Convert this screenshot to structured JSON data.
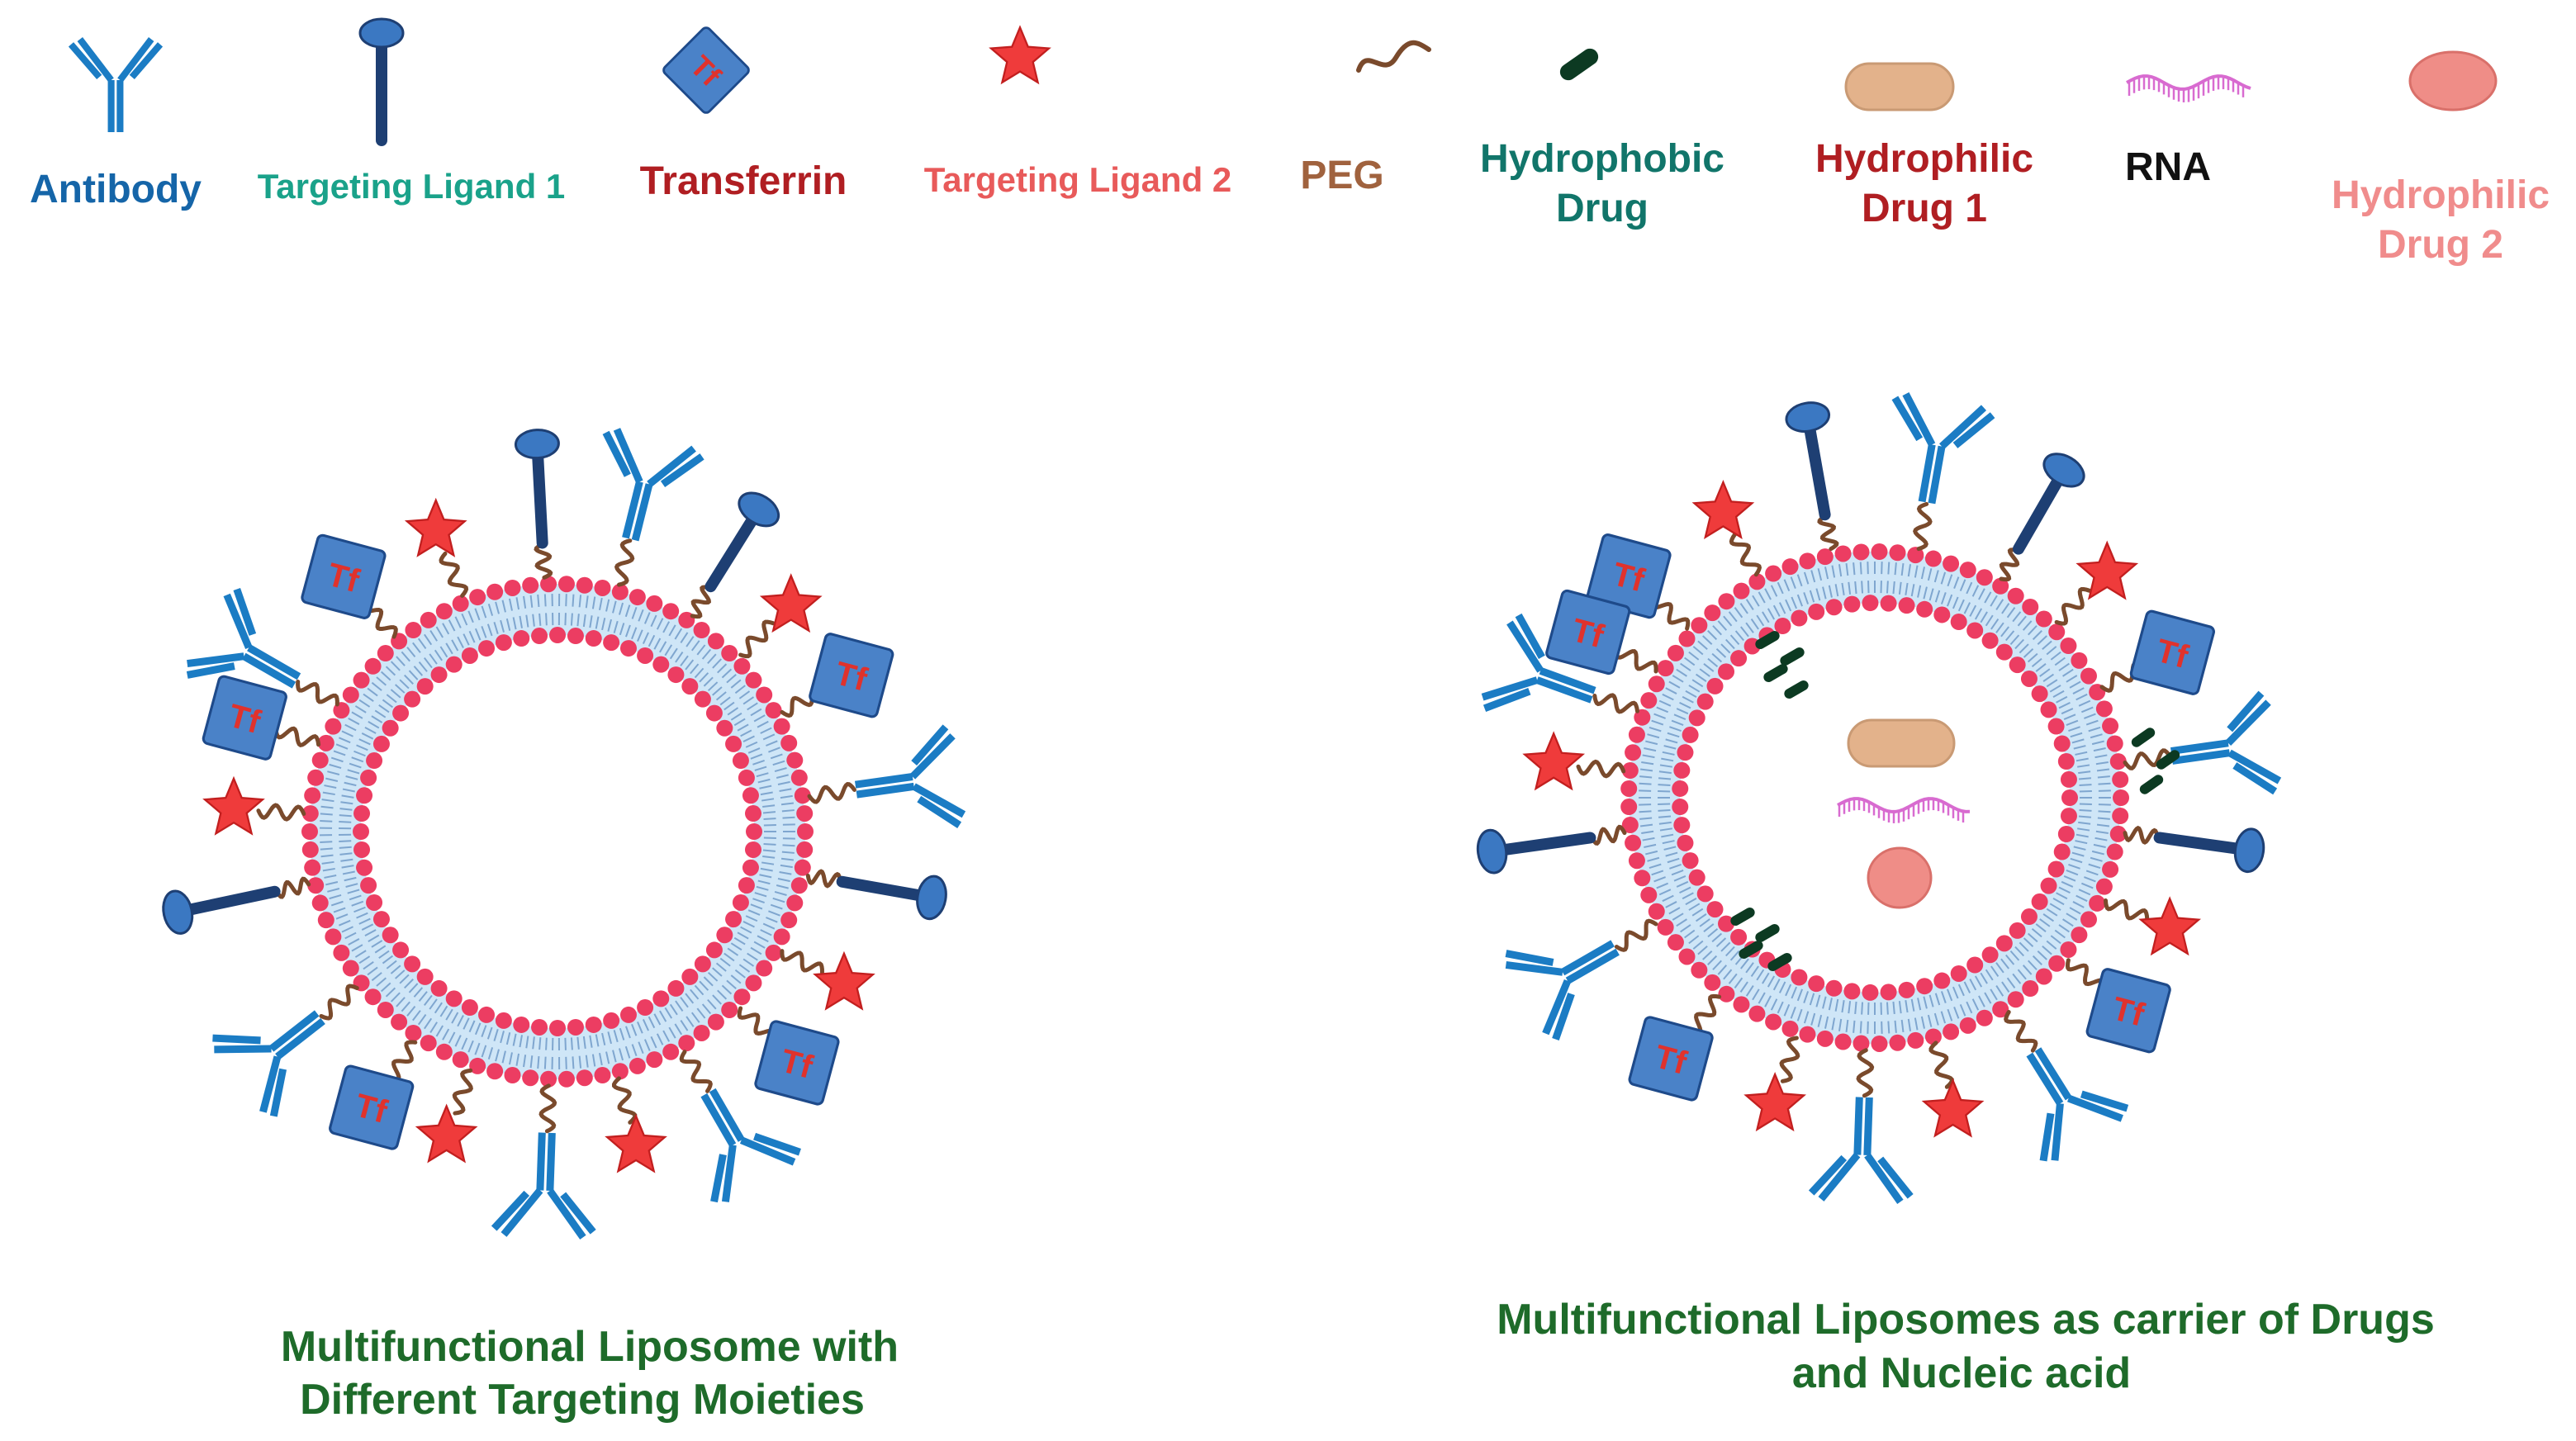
{
  "colors": {
    "antibody": "#1b7cc4",
    "antibody_dark": "#0f4f8c",
    "ligand1": "#1e3f73",
    "ligand1_head": "#3b78c2",
    "tf_box": "#4a82c8",
    "tf_text": "#e0322c",
    "star": "#ef3b3b",
    "peg": "#7a4a2c",
    "hydrophobic": "#0c3a22",
    "drug1": "#e3b28b",
    "rna": "#d86bd0",
    "drug2": "#ef8d87",
    "head": "#ec3d62",
    "bilayer": "#cfe6f7",
    "tail": "#7fa6cf",
    "caption": "#1e6b2a"
  },
  "legend": [
    {
      "name": "Antibody",
      "icon": "antibody-icon",
      "lines": [
        "Antibody"
      ],
      "color": "#1565a8"
    },
    {
      "name": "Targeting Ligand 1",
      "icon": "targeting-ligand-1-icon",
      "lines": [
        "Targeting Ligand 1"
      ],
      "color": "#1aa28a"
    },
    {
      "name": "Transferrin",
      "icon": "transferrin-icon",
      "lines": [
        "Transferrin"
      ],
      "color": "#b01e22"
    },
    {
      "name": "Targeting Ligand 2",
      "icon": "star-icon",
      "lines": [
        "Targeting Ligand 2"
      ],
      "color": "#e85a5a"
    },
    {
      "name": "PEG",
      "icon": "peg-icon",
      "lines": [
        "PEG"
      ],
      "color": "#a0623e"
    },
    {
      "name": "Hydrophobic Drug",
      "icon": "hydrophobic-drug-icon",
      "lines": [
        "Hydrophobic",
        "Drug"
      ],
      "color": "#11756a"
    },
    {
      "name": "Hydrophilic Drug 1",
      "icon": "hydrophilic-drug-1-icon",
      "lines": [
        "Hydrophilic",
        "Drug 1"
      ],
      "color": "#b01e22"
    },
    {
      "name": "RNA",
      "icon": "rna-icon",
      "lines": [
        "RNA"
      ],
      "color": "#111111"
    },
    {
      "name": "Hydrophilic Drug 2",
      "icon": "hydrophilic-drug-2-icon",
      "lines": [
        "Hydrophilic",
        "Drug 2"
      ],
      "color": "#f08c8c"
    }
  ],
  "tf_label": "Tf",
  "captions": {
    "left": [
      "Multifunctional Liposome with",
      "Different Targeting Moieties"
    ],
    "right": [
      "Multifunctional Liposomes as carrier of Drugs",
      "and Nucleic acid"
    ]
  }
}
